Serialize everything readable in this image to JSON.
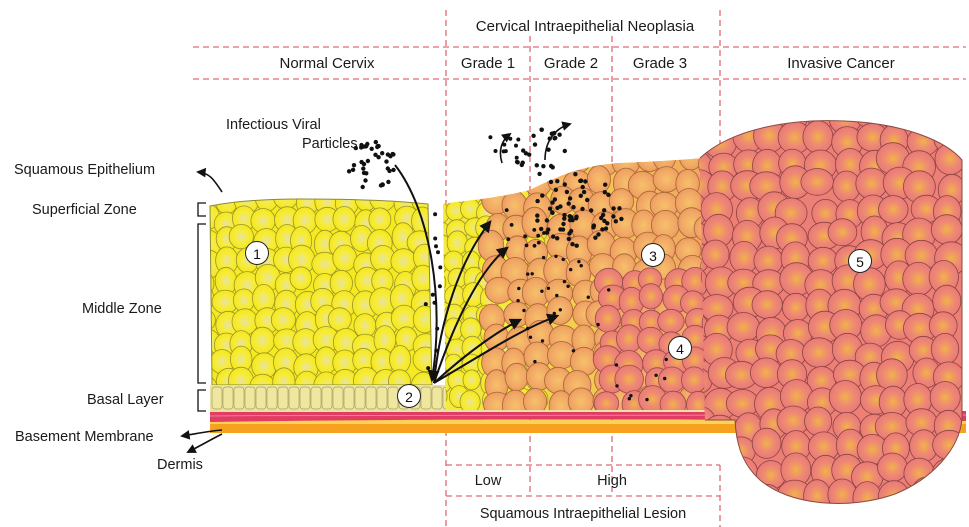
{
  "headers": {
    "cin": "Cervical Intraepithelial Neoplasia",
    "normal": "Normal Cervix",
    "grade1": "Grade 1",
    "grade2": "Grade 2",
    "grade3": "Grade 3",
    "invasive": "Invasive Cancer"
  },
  "left_labels": {
    "squamous_epithelium": "Squamous Epithelium",
    "superficial_zone": "Superficial Zone",
    "middle_zone": "Middle Zone",
    "basal_layer": "Basal Layer",
    "basement_membrane": "Basement Membrane",
    "dermis": "Dermis"
  },
  "viral_label": {
    "line1": "Infectious Viral",
    "line2": "Particles"
  },
  "markers": [
    "1",
    "2",
    "3",
    "4",
    "5"
  ],
  "lesion": {
    "low": "Low",
    "high": "High",
    "title": "Squamous Intraepithelial Lesion"
  },
  "colors": {
    "normal_cells": "#f5ea1e",
    "cin_cells": "#f0a463",
    "cancer_cells": "#ec7f76",
    "membrane": "#e23c63",
    "dermis": "#f6a21e",
    "guide_lines": "#e06b74"
  }
}
